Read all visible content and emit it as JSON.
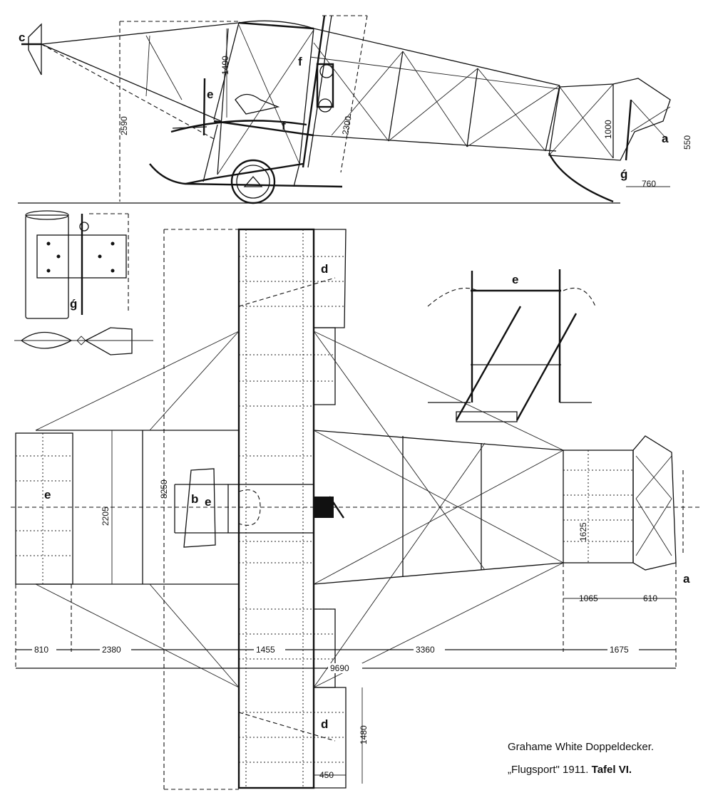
{
  "caption": {
    "line1": "Grahame White Doppeldecker.",
    "line2_source": "„Flugsport\"",
    "line2_year": "1911.",
    "line2_plate": "Tafel VI."
  },
  "labels": {
    "a": "a",
    "b": "b",
    "c": "c",
    "d": "d",
    "e": "e",
    "f": "f",
    "g": "ǵ"
  },
  "dimensions": {
    "side_height": "2590",
    "side_gap": "1490",
    "side_strut": "2300",
    "tail_height": "1000",
    "tail_right": "550",
    "tail_bottom": "760",
    "plan_span": "8250",
    "plan_width": "2205",
    "plan_tail": "1625",
    "tail_elevator_1": "1065",
    "tail_elevator_2": "610",
    "seg_1": "810",
    "seg_2": "2380",
    "seg_3": "1455",
    "seg_4": "3360",
    "seg_5": "1675",
    "total_length": "9690",
    "wing_ext": "1480",
    "wing_chord": "450"
  }
}
